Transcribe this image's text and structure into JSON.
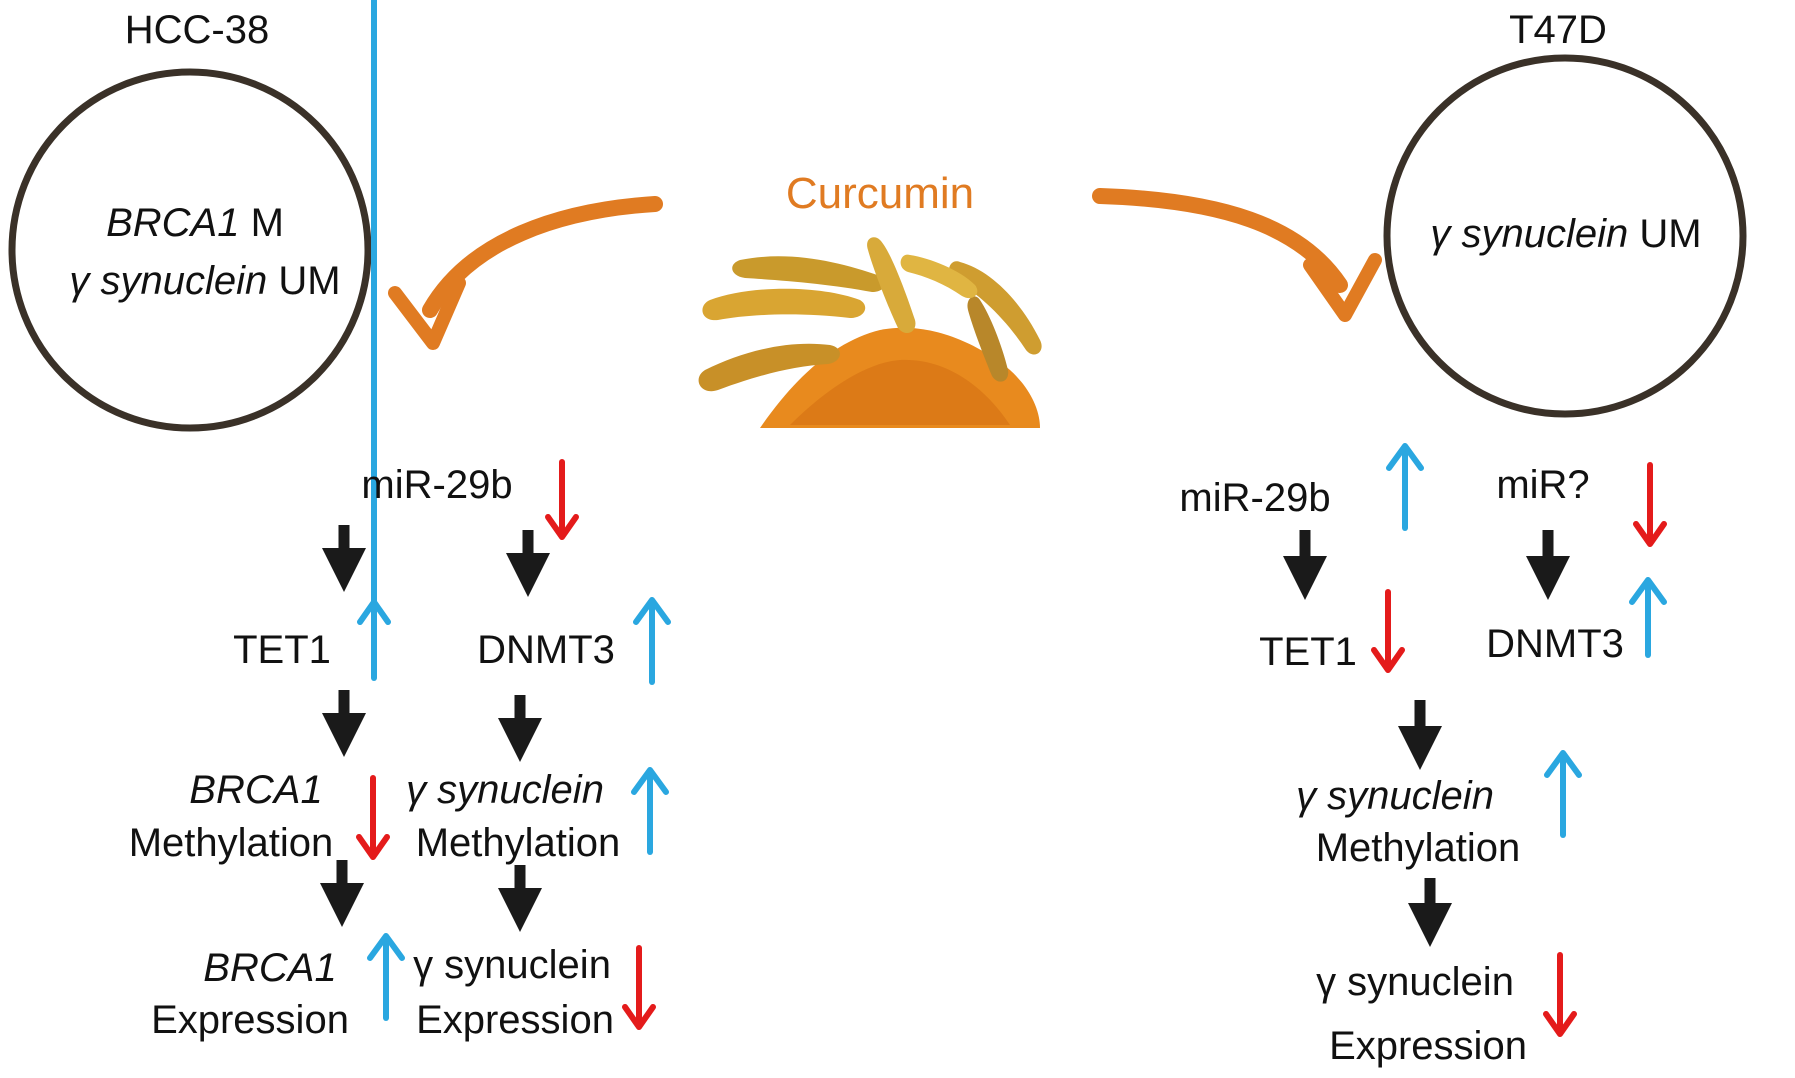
{
  "colors": {
    "text": "#111111",
    "curcumin": "#e07b22",
    "arrow_curved": "#e07b22",
    "arrow_down_black": "#1a1a1a",
    "up_arrow": "#2aa7e0",
    "down_arrow": "#e41b1b",
    "circle": "#3a3128"
  },
  "left": {
    "cell_line": "HCC-38",
    "circle_line1_gene": "BRCA1",
    "circle_line1_suffix": " M",
    "circle_line2_gene": "γ synuclein",
    "circle_line2_suffix": " UM",
    "mir": "miR-29b",
    "tet1": "TET1",
    "dnmt3": "DNMT3",
    "brca1_gene": "BRCA1",
    "methylation": "Methylation",
    "synuclein_gene_italic": "γ synuclein",
    "methylation2": "Methylation",
    "brca1_gene2": "BRCA1",
    "expression": "Expression",
    "synuclein_plain": "γ synuclein",
    "expression2": "Expression"
  },
  "center": {
    "curcumin": "Curcumin",
    "image_icon": "turmeric-root-and-powder"
  },
  "right": {
    "cell_line": "T47D",
    "circle_gene": "γ synuclein",
    "circle_suffix": " UM",
    "mir": "miR-29b",
    "mir_unknown": "miR?",
    "tet1": "TET1",
    "dnmt3": "DNMT3",
    "synuclein_gene_italic": "γ synuclein",
    "methylation": "Methylation",
    "synuclein_plain": "γ synuclein",
    "expression": "Expression"
  },
  "arrows": {
    "black_down_icon": "arrow-down-icon",
    "blue_up_icon": "arrow-up-icon",
    "red_down_icon": "arrow-down-icon"
  }
}
